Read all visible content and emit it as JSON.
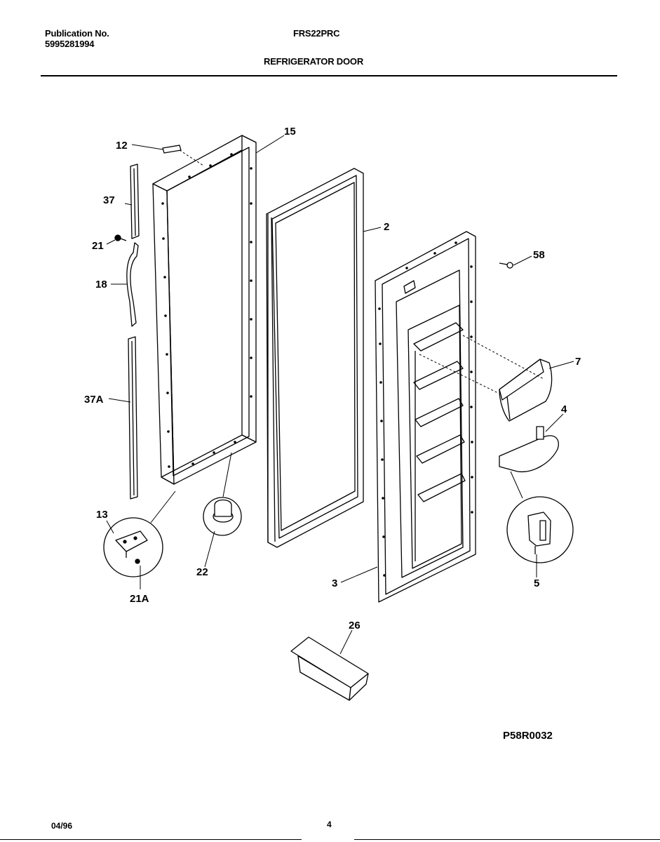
{
  "header": {
    "publication_label": "Publication No.",
    "publication_number": "5995281994",
    "model": "FRS22PRC",
    "section_title": "REFRIGERATOR DOOR"
  },
  "callouts": {
    "c12": "12",
    "c15": "15",
    "c37": "37",
    "c21": "21",
    "c18": "18",
    "c37A": "37A",
    "c2": "2",
    "c58": "58",
    "c7": "7",
    "c4": "4",
    "c13": "13",
    "c22": "22",
    "c21A": "21A",
    "c3": "3",
    "c5": "5",
    "c26": "26"
  },
  "diagram_code": "P58R0032",
  "footer": {
    "date": "04/96",
    "page": "4"
  }
}
